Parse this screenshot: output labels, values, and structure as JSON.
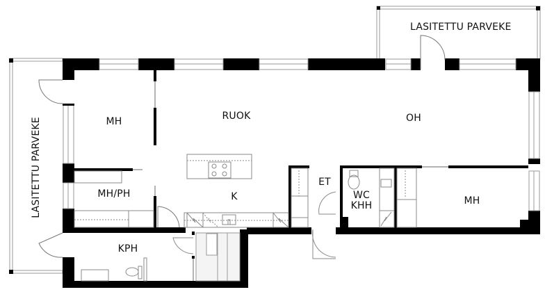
{
  "floorplan": {
    "rooms": {
      "balcony_top": "LASITETTU PARVEKE",
      "balcony_left": "LASITETTU PARVEKE",
      "mh_left": "MH",
      "ruok": "RUOK",
      "oh": "OH",
      "mh_ph": "MH/PH",
      "k": "K",
      "et": "ET",
      "wc_line1": "WC",
      "wc_line2": "KHH",
      "mh_right": "MH",
      "kph": "KPH"
    },
    "colors": {
      "wall": "#000000",
      "window": "#9a9a9a",
      "fixture": "#8a8a8a",
      "background": "#ffffff"
    }
  }
}
